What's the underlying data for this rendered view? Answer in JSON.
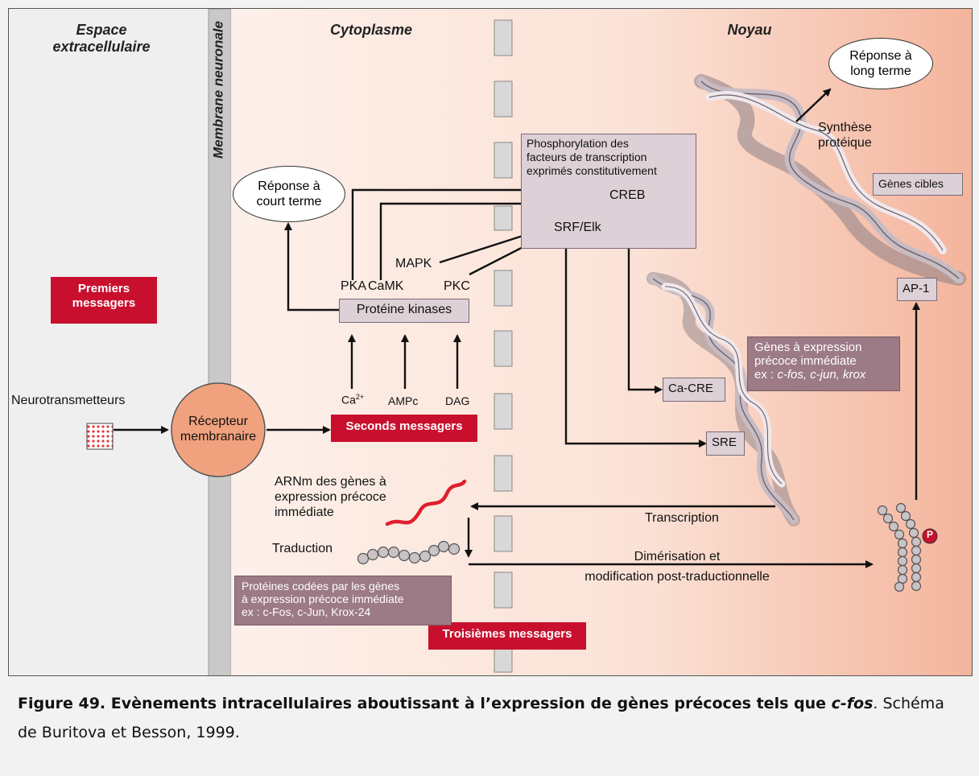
{
  "headers": {
    "extracellular": "Espace\nextracellulaire",
    "membrane": "Membrane neuronale",
    "cytoplasm": "Cytoplasme",
    "nucleus": "Noyau"
  },
  "ovals": {
    "short_term": "Réponse à\ncourt terme",
    "long_term": "Réponse à\nlong terme"
  },
  "labels": {
    "synthesis": "Synthèse\nprotéique",
    "neurotransmitters": "Neurotransmetteurs",
    "receptor": "Récepteur\nmembranaire",
    "pka": "PKA",
    "camk": "CaMK",
    "pkc": "PKC",
    "mapk": "MAPK",
    "ca_base": "Ca",
    "ca_sup": "2+",
    "ampc": "AMPc",
    "dag": "DAG",
    "creb": "CREB",
    "srf": "SRF/Elk",
    "mrna": "ARNm des gènes à\nexpression précoce\nimmédiate",
    "translation": "Traduction",
    "transcription": "Transcription",
    "dimerisation": "Dimérisation et\nmodification post-traductionnelle",
    "phospho_p": "P"
  },
  "boxes": {
    "kinases": "Protéine kinases",
    "phospho": "Phosphorylation des\nfacteurs de transcription\nexprimés constitutivement",
    "target_genes": "Gènes cibles",
    "ap1": "AP-1",
    "cacre": "Ca-CRE",
    "sre": "SRE"
  },
  "dark_boxes": {
    "genes_expr_line1": "Gènes à expression",
    "genes_expr_line2": "précoce immédiate",
    "genes_expr_ex": "ex : ",
    "genes_expr_italic": "c-fos, c-jun, krox",
    "proteins": "Protéines codées par les gènes\nà expression précoce immédiate\nex : c-Fos, c-Jun, Krox-24"
  },
  "messengers": {
    "first": "Premiers\nmessagers",
    "second": "Seconds messagers",
    "third": "Troisièmes messagers"
  },
  "caption": {
    "bold": "Figure 49. Evènements intracellulaires aboutissant à l’expression de gènes précoces tels que ",
    "italic": "c-fos",
    "rest": ". Schéma de Buritova et Besson, 1999."
  },
  "colors": {
    "messenger_red": "#c8102e",
    "receptor": "#f0a27e",
    "light_box": "#ddd0d6",
    "dark_box": "#9c7a86"
  }
}
